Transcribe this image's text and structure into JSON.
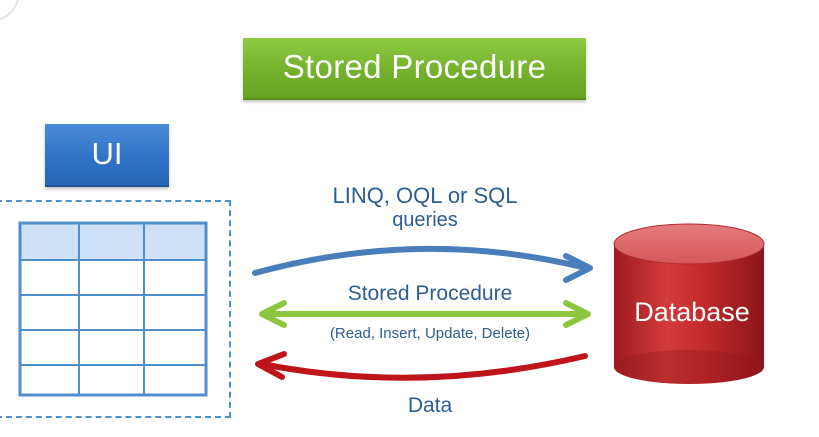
{
  "title_box": {
    "label": "Stored Procedure",
    "color": "#74b12c"
  },
  "ui_box": {
    "label": "UI",
    "color": "#2f72c4"
  },
  "table_grid": {
    "rows": 5,
    "columns": 3,
    "header_color": "#cfe1f6",
    "line_color": "#4f8fca"
  },
  "arrows": {
    "request": {
      "label_line1": "LINQ, OQL or SQL",
      "label_line2": "queries",
      "color": "#4a7ebb"
    },
    "stored_procedure": {
      "label": "Stored Procedure",
      "sublabel": "(Read, Insert, Update, Delete)",
      "color": "#8cc63f"
    },
    "response": {
      "label": "Data",
      "color": "#c0141b"
    }
  },
  "database": {
    "label": "Database",
    "color": "#c22a2d"
  }
}
